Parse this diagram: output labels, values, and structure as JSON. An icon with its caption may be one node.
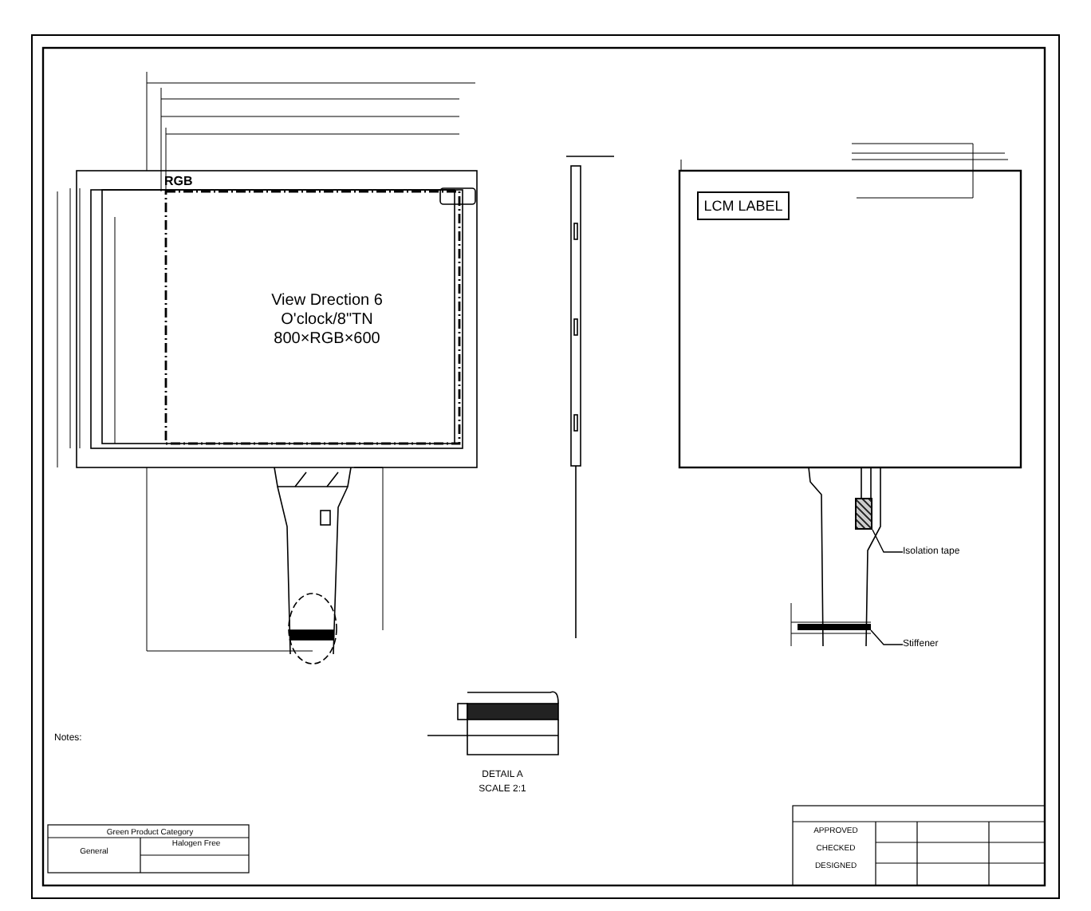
{
  "diagram": {
    "nodes": [
      {
        "text": [
          "View Drection 6 O'clock/8\"TN 800×RGB×600"
        ]
      },
      {
        "text": [
          "LCM LABEL"
        ]
      },
      {
        "text": [
          "Isolation tape"
        ]
      },
      {
        "text": [],
        "shape": "box"
      },
      {
        "text": [
          "Stiffener"
        ]
      },
      {
        "text": [],
        "shape": "bar"
      }
    ],
    "edges": [
      {
        "from": 2,
        "to": 3,
        "arrow": "none"
      },
      {
        "from": 4,
        "to": 5,
        "arrow": "none"
      }
    ],
    "labels": [
      "RGB",
      "DETAIL A",
      "SCALE 2:1",
      "Notes:",
      "Green Product Category",
      "General",
      "Halogen Free",
      "APPROVED",
      "CHECKED",
      "DESIGNED"
    ]
  }
}
